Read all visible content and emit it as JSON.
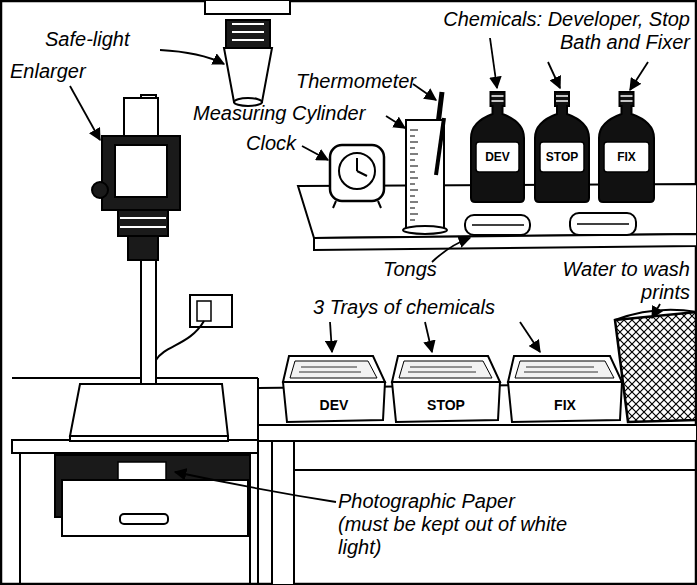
{
  "diagram": {
    "nodes": [
      {
        "text": [
          "DEV"
        ]
      },
      {
        "text": [
          "STOP"
        ]
      },
      {
        "text": [
          "FIX"
        ]
      },
      {
        "text": [
          "DEV"
        ]
      },
      {
        "text": [
          "STOP"
        ]
      },
      {
        "text": [
          "FIX"
        ]
      }
    ],
    "labels": [
      "Safe-light",
      "Chemicals: Developer, Stop Bath and Fixer",
      "Enlarger",
      "Thermometer",
      "Measuring Cylinder",
      "Clock",
      "Tongs",
      "Water to wash prints",
      "3 Trays of chemicals",
      "Photographic Paper (must be kept out of white light)"
    ]
  }
}
